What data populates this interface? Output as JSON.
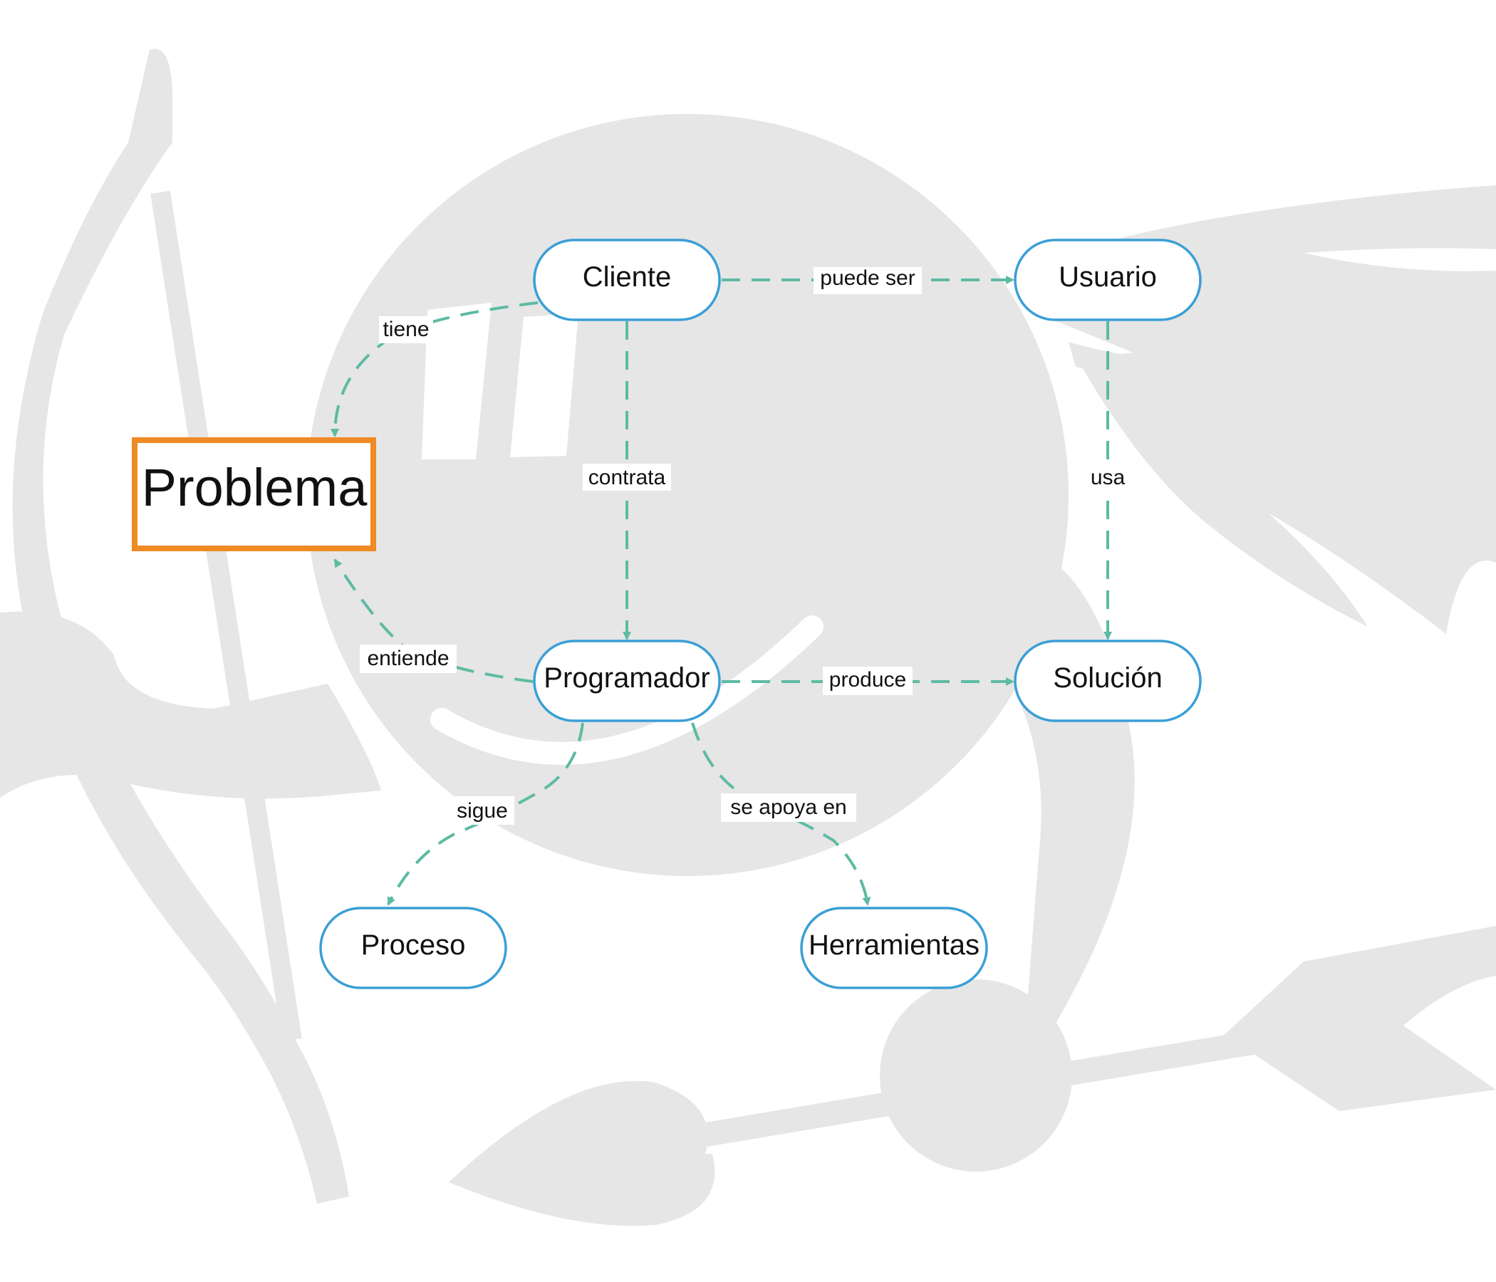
{
  "diagram": {
    "focus_node": {
      "id": "problema",
      "label": "Problema"
    },
    "nodes": [
      {
        "id": "cliente",
        "label": "Cliente"
      },
      {
        "id": "usuario",
        "label": "Usuario"
      },
      {
        "id": "programador",
        "label": "Programador"
      },
      {
        "id": "solucion",
        "label": "Solución"
      },
      {
        "id": "proceso",
        "label": "Proceso"
      },
      {
        "id": "herramientas",
        "label": "Herramientas"
      }
    ],
    "edges": [
      {
        "from": "cliente",
        "to": "usuario",
        "label": "puede ser"
      },
      {
        "from": "cliente",
        "to": "problema",
        "label": "tiene"
      },
      {
        "from": "cliente",
        "to": "programador",
        "label": "contrata"
      },
      {
        "from": "usuario",
        "to": "solucion",
        "label": "usa"
      },
      {
        "from": "programador",
        "to": "problema",
        "label": "entiende"
      },
      {
        "from": "programador",
        "to": "solucion",
        "label": "produce"
      },
      {
        "from": "programador",
        "to": "proceso",
        "label": "sigue"
      },
      {
        "from": "programador",
        "to": "herramientas",
        "label": "se apoya en"
      }
    ],
    "colors": {
      "node_border": "#3a9fd6",
      "focus_border": "#f08a24",
      "edge": "#5dbaa3",
      "background_art": "#e6e6e6"
    }
  }
}
